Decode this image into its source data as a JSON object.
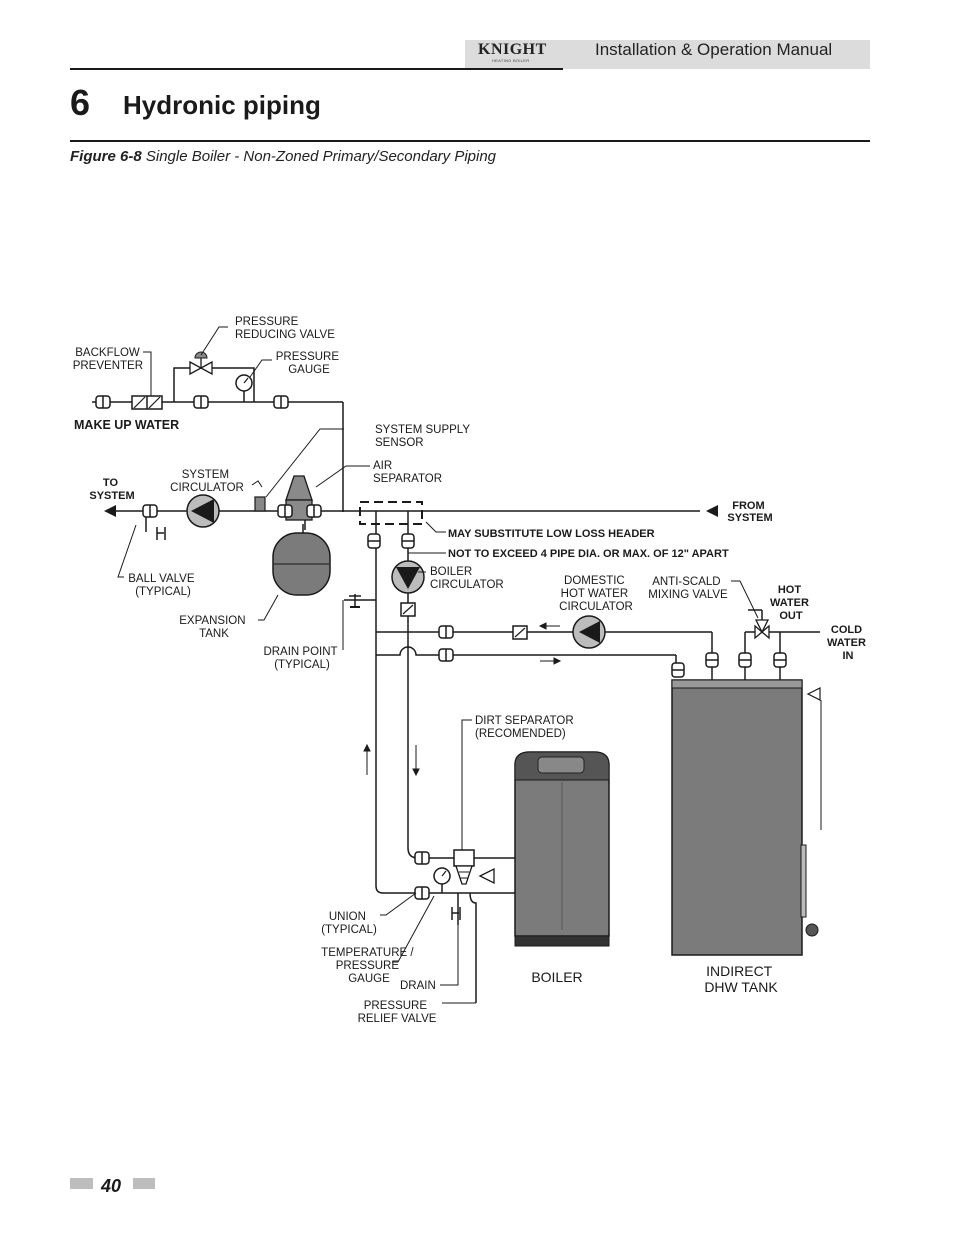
{
  "header": {
    "logo_text": "KNIGHT",
    "logo_sub": "HEATING BOILER",
    "manual_title": "Installation & Operation Manual"
  },
  "chapter": {
    "number": "6",
    "title": "Hydronic piping"
  },
  "figure": {
    "label": "Figure 6-8",
    "caption": "Single Boiler - Non-Zoned Primary/Secondary Piping"
  },
  "labels": {
    "pressure_reducing_valve": [
      "PRESSURE",
      "REDUCING VALVE"
    ],
    "backflow_preventer": [
      "BACKFLOW",
      "PREVENTER"
    ],
    "pressure_gauge": [
      "PRESSURE",
      "GAUGE"
    ],
    "make_up_water": "MAKE UP WATER",
    "system_supply_sensor": [
      "SYSTEM SUPPLY",
      "SENSOR"
    ],
    "air_separator": [
      "AIR",
      "SEPARATOR"
    ],
    "to_system": [
      "TO",
      "SYSTEM"
    ],
    "system_circulator": [
      "SYSTEM",
      "CIRCULATOR"
    ],
    "from_system": [
      "FROM",
      "SYSTEM"
    ],
    "low_loss_header": "MAY SUBSTITUTE LOW LOSS HEADER",
    "pipe_spacing": "NOT TO EXCEED 4 PIPE DIA. OR MAX. OF 12\" APART",
    "boiler_circulator": [
      "BOILER",
      "CIRCULATOR"
    ],
    "dhw_circulator": [
      "DOMESTIC",
      "HOT WATER",
      "CIRCULATOR"
    ],
    "anti_scald": [
      "ANTI-SCALD",
      "MIXING VALVE"
    ],
    "hot_water_out": [
      "HOT",
      "WATER",
      "OUT"
    ],
    "cold_water_in": [
      "COLD",
      "WATER",
      "IN"
    ],
    "ball_valve": [
      "BALL VALVE",
      "(TYPICAL)"
    ],
    "expansion_tank": [
      "EXPANSION",
      "TANK"
    ],
    "drain_point": [
      "DRAIN POINT",
      "(TYPICAL)"
    ],
    "dirt_separator": [
      "DIRT SEPARATOR",
      "(RECOMENDED)"
    ],
    "union": [
      "UNION",
      "(TYPICAL)"
    ],
    "temp_pressure_gauge": [
      "TEMPERATURE /",
      "PRESSURE",
      "GAUGE"
    ],
    "drain": "DRAIN",
    "pressure_relief_valve": [
      "PRESSURE",
      "RELIEF VALVE"
    ],
    "boiler": "BOILER",
    "indirect_dhw_tank": [
      "INDIRECT",
      "DHW TANK"
    ]
  },
  "colors": {
    "equipment_fill": "#7b7b7b",
    "pipe": "#1a1a1a",
    "header_bar": "#dcdcdc"
  },
  "footer": {
    "page_number": "40"
  }
}
